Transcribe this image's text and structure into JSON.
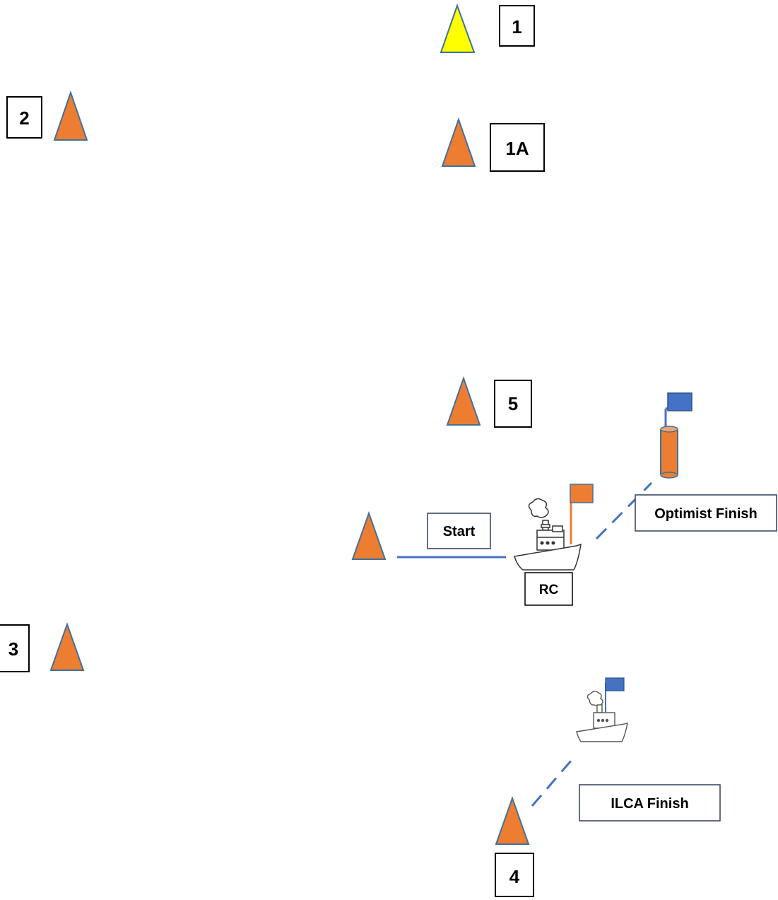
{
  "marks": {
    "mark_1": {
      "label": "1"
    },
    "mark_1a": {
      "label": "1A"
    },
    "mark_2": {
      "label": "2"
    },
    "mark_3": {
      "label": "3"
    },
    "mark_4": {
      "label": "4"
    },
    "mark_5": {
      "label": "5"
    }
  },
  "labels": {
    "start": "Start",
    "rc": "RC",
    "optimist_finish": "Optimist Finish",
    "ilca_finish": "ILCA Finish"
  },
  "colors": {
    "buoy_orange": "#ED7D31",
    "buoy_yellow": "#FFFF00",
    "buoy_outline": "#41719C",
    "line_blue": "#4472C4",
    "flag_blue": "#4472C4",
    "flag_orange": "#ED7D31"
  },
  "icons": [
    "triangle-buoy-icon",
    "cylinder-buoy-icon",
    "committee-boat-icon",
    "flag-icon"
  ]
}
